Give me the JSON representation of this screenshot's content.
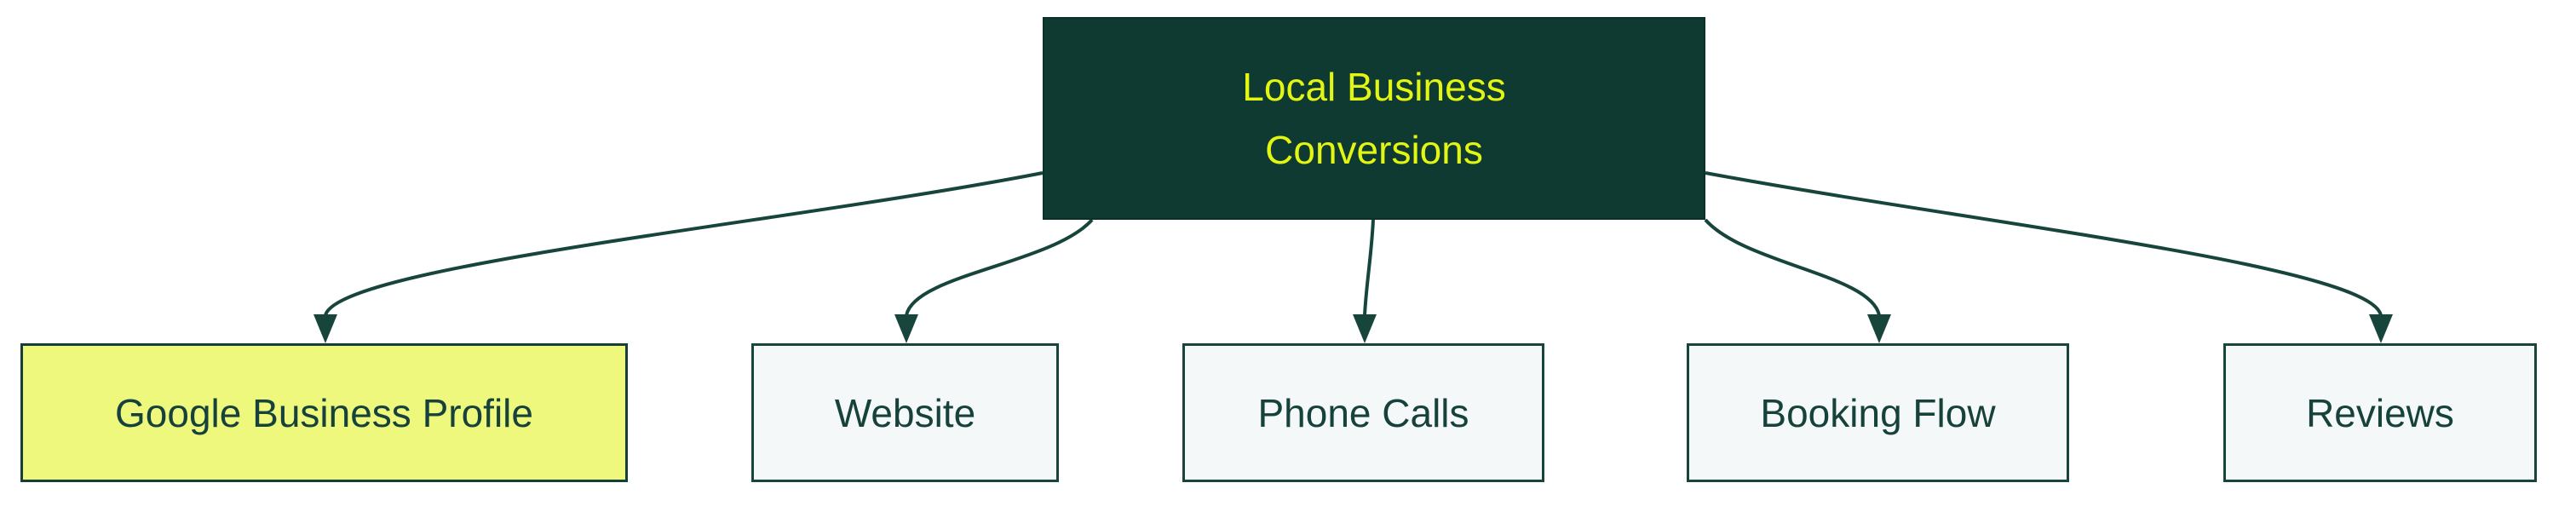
{
  "diagram": {
    "type": "flowchart",
    "direction": "top-down",
    "background_color": "#ffffff",
    "root": {
      "id": "local-business-conversions",
      "label": "Local Business Conversions",
      "label_lines": [
        "Local Business",
        "Conversions"
      ],
      "fill_color": "#0e3a32",
      "text_color": "#e2f513"
    },
    "children": [
      {
        "id": "google-business-profile",
        "label": "Google Business Profile",
        "highlighted": true,
        "fill_color": "#eef87d",
        "border_color": "#15403a",
        "text_color": "#16423b"
      },
      {
        "id": "website",
        "label": "Website",
        "highlighted": false,
        "fill_color": "#f5f8f9",
        "border_color": "#17453c",
        "text_color": "#16423b"
      },
      {
        "id": "phone-calls",
        "label": "Phone Calls",
        "highlighted": false,
        "fill_color": "#f5f8f9",
        "border_color": "#17453c",
        "text_color": "#16423b"
      },
      {
        "id": "booking-flow",
        "label": "Booking Flow",
        "highlighted": false,
        "fill_color": "#f5f8f9",
        "border_color": "#17453c",
        "text_color": "#16423b"
      },
      {
        "id": "reviews",
        "label": "Reviews",
        "highlighted": false,
        "fill_color": "#f5f8f9",
        "border_color": "#17453c",
        "text_color": "#16423b"
      }
    ],
    "edges": [
      {
        "from": "local-business-conversions",
        "to": "google-business-profile",
        "style": "curved",
        "arrow": "filled-triangle"
      },
      {
        "from": "local-business-conversions",
        "to": "website",
        "style": "curved",
        "arrow": "filled-triangle"
      },
      {
        "from": "local-business-conversions",
        "to": "phone-calls",
        "style": "straight",
        "arrow": "filled-triangle"
      },
      {
        "from": "local-business-conversions",
        "to": "booking-flow",
        "style": "curved",
        "arrow": "filled-triangle"
      },
      {
        "from": "local-business-conversions",
        "to": "reviews",
        "style": "curved",
        "arrow": "filled-triangle"
      }
    ],
    "edge_color": "#17453c"
  }
}
